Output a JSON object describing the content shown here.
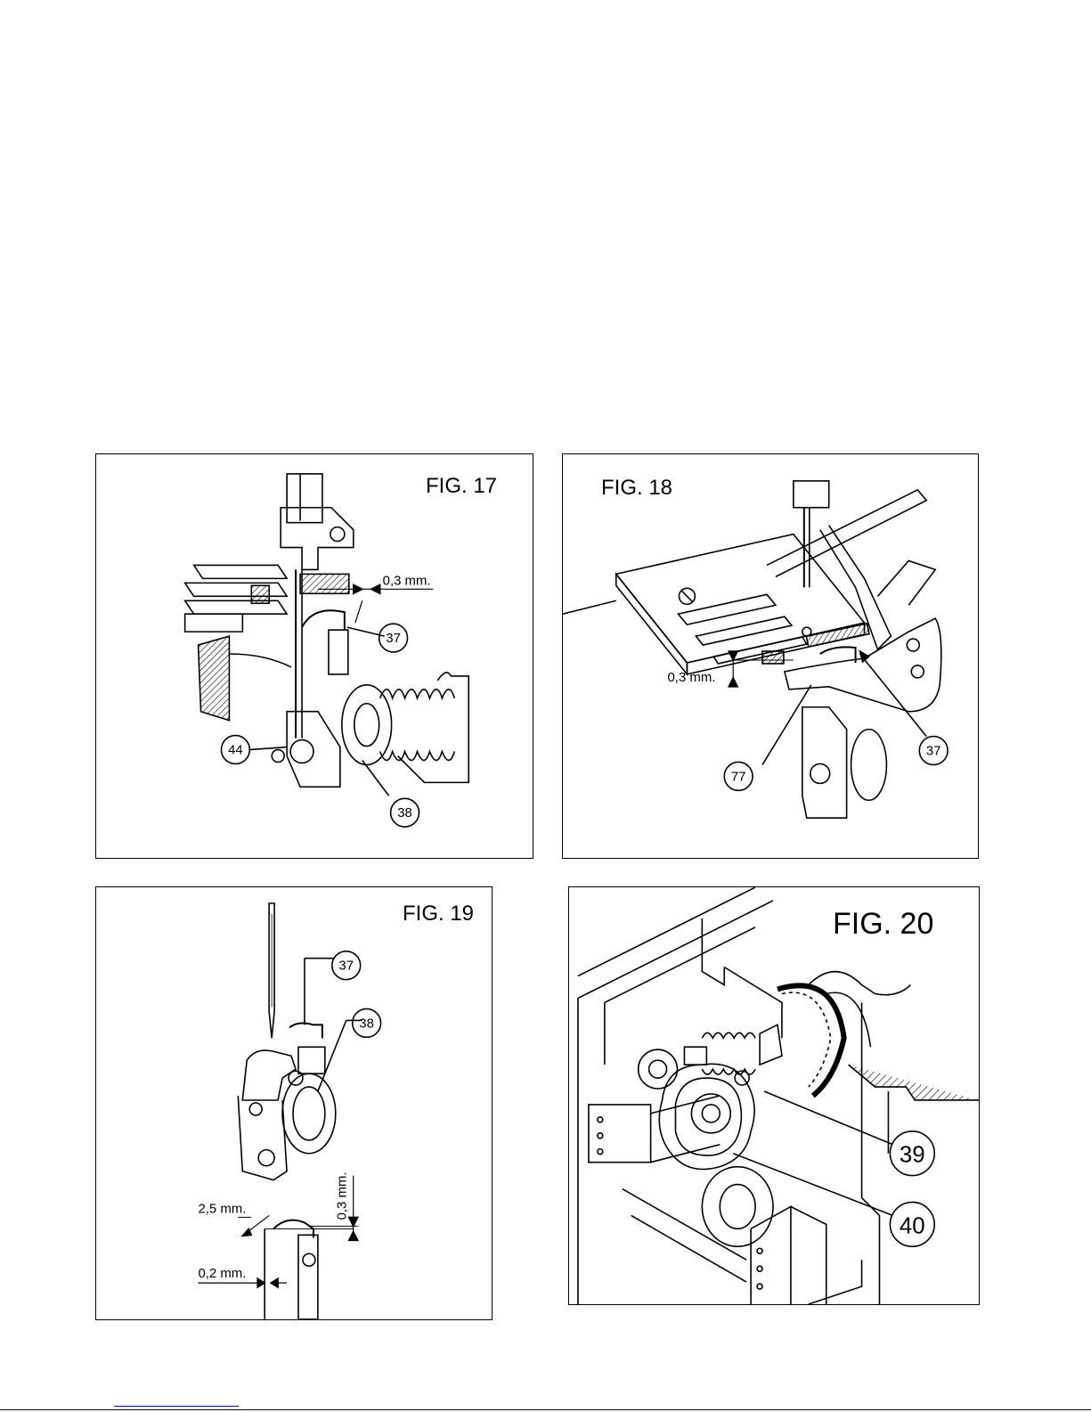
{
  "figures": [
    {
      "id": "fig17",
      "title": "FIG. 17",
      "dimension": "0,3 mm.",
      "callouts": [
        "37",
        "44",
        "38"
      ]
    },
    {
      "id": "fig18",
      "title": "FIG. 18",
      "dimension": "0,3 mm.",
      "callouts": [
        "37",
        "77"
      ]
    },
    {
      "id": "fig19",
      "title": "FIG. 19",
      "dimensions": [
        "0,3 mm.",
        "2,5 mm.",
        "0,2 mm."
      ],
      "callouts": [
        "37",
        "38"
      ]
    },
    {
      "id": "fig20",
      "title": "FIG. 20",
      "callouts": [
        "39",
        "40"
      ]
    }
  ]
}
